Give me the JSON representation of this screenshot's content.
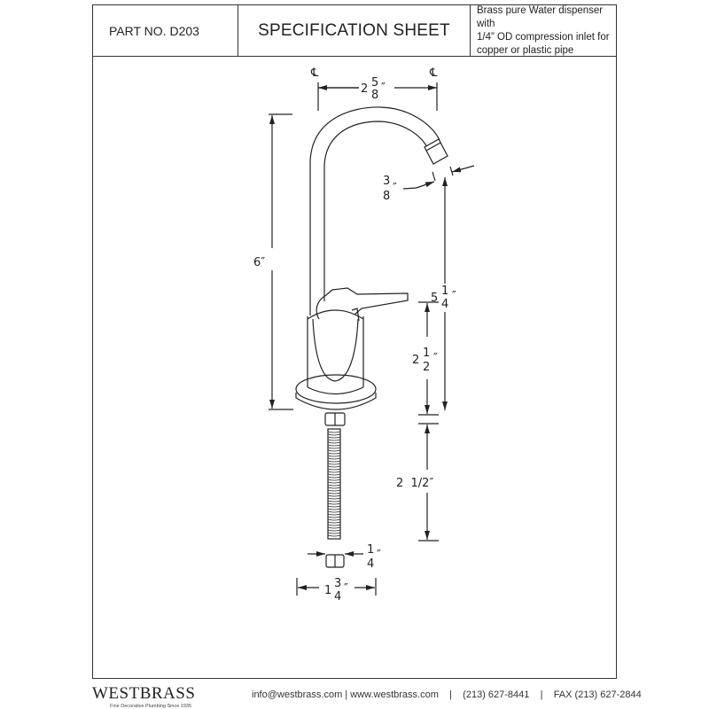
{
  "header": {
    "part_no": "PART NO.  D203",
    "title": "SPECIFICATION SHEET",
    "description": [
      "Brass pure Water dispenser with",
      "1/4” OD compression inlet for",
      "copper or plastic pipe"
    ]
  },
  "drawing": {
    "centerline_symbol": "℄",
    "spout_reach": {
      "whole": "2",
      "num": "5",
      "den": "8",
      "unit": "″"
    },
    "total_height": {
      "text": "6″"
    },
    "outlet_diameter": {
      "num": "3",
      "den": "8",
      "unit": "″"
    },
    "spout_height": {
      "whole": "5",
      "num": "1",
      "den": "4",
      "unit": "″"
    },
    "body_height": {
      "whole": "2",
      "num": "1",
      "den": "2",
      "unit": "″"
    },
    "shank_length": {
      "text": "2  1/2″"
    },
    "inlet_size": {
      "num": "1",
      "den": "4",
      "unit": "″"
    },
    "base_diameter": {
      "whole": "1",
      "num": "3",
      "den": "4",
      "unit": "″"
    }
  },
  "footer": {
    "brand": "WESTBRASS",
    "tagline": "Fine Decorative Plumbing Since 1935",
    "contact": "info@westbrass.com | www.westbrass.com    |    (213) 627-8441    |    FAX (213) 627-2844"
  }
}
